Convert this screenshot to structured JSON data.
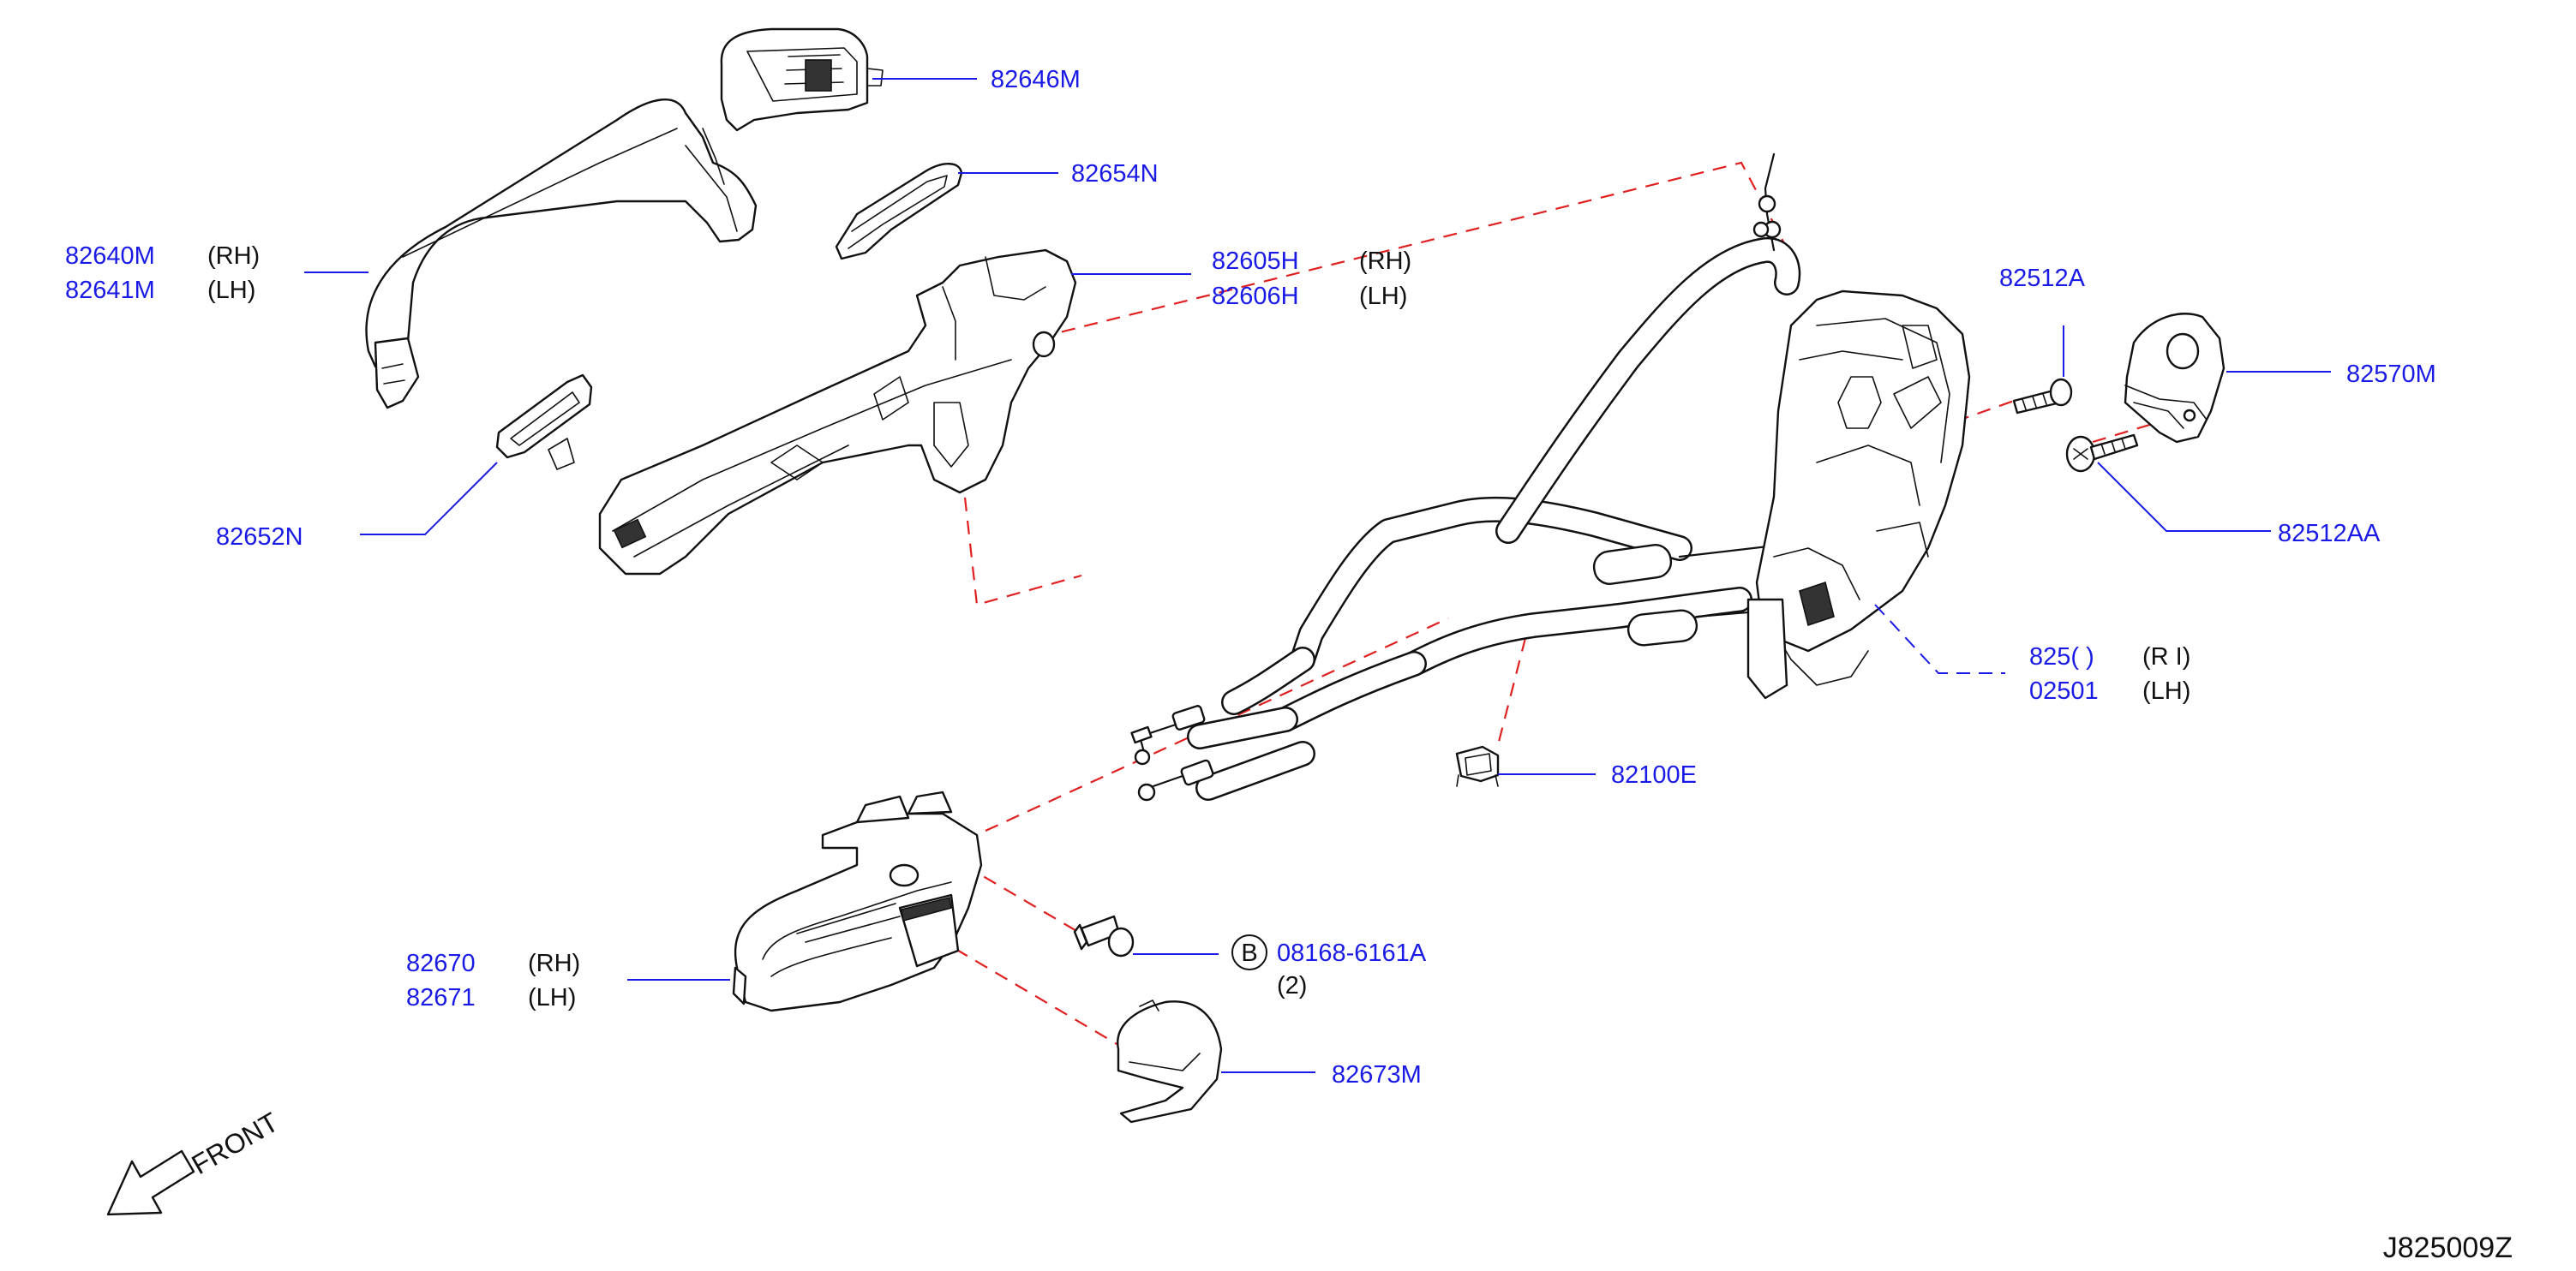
{
  "diagram_id": "J825009Z",
  "front_label": "FRONT",
  "parts": {
    "p82646M": {
      "number": "82646M"
    },
    "p82654N": {
      "number": "82654N"
    },
    "p82640M": {
      "number": "82640M",
      "side": "(RH)"
    },
    "p82641M": {
      "number": "82641M",
      "side": "(LH)"
    },
    "p82605H": {
      "number": "82605H",
      "side": "(RH)"
    },
    "p82606H": {
      "number": "82606H",
      "side": "(LH)"
    },
    "p82652N": {
      "number": "82652N"
    },
    "p82512A": {
      "number": "82512A"
    },
    "p82570M": {
      "number": "82570M"
    },
    "p82512AA": {
      "number": "82512AA"
    },
    "p82500": {
      "number": "825(  )",
      "side": "(R  I)"
    },
    "p82501": {
      "number": "02501",
      "side": "(LH)"
    },
    "p82100E": {
      "number": "82100E"
    },
    "p82670": {
      "number": "82670",
      "side": "(RH)"
    },
    "p82671": {
      "number": "82671",
      "side": "(LH)"
    },
    "p08168": {
      "badge": "B",
      "number": "08168-6161A",
      "quantity": "(2)"
    },
    "p82673M": {
      "number": "82673M"
    }
  },
  "colors": {
    "label": "#1a1ae6",
    "dashed_guide": "#e02020",
    "outline": "#111111"
  }
}
